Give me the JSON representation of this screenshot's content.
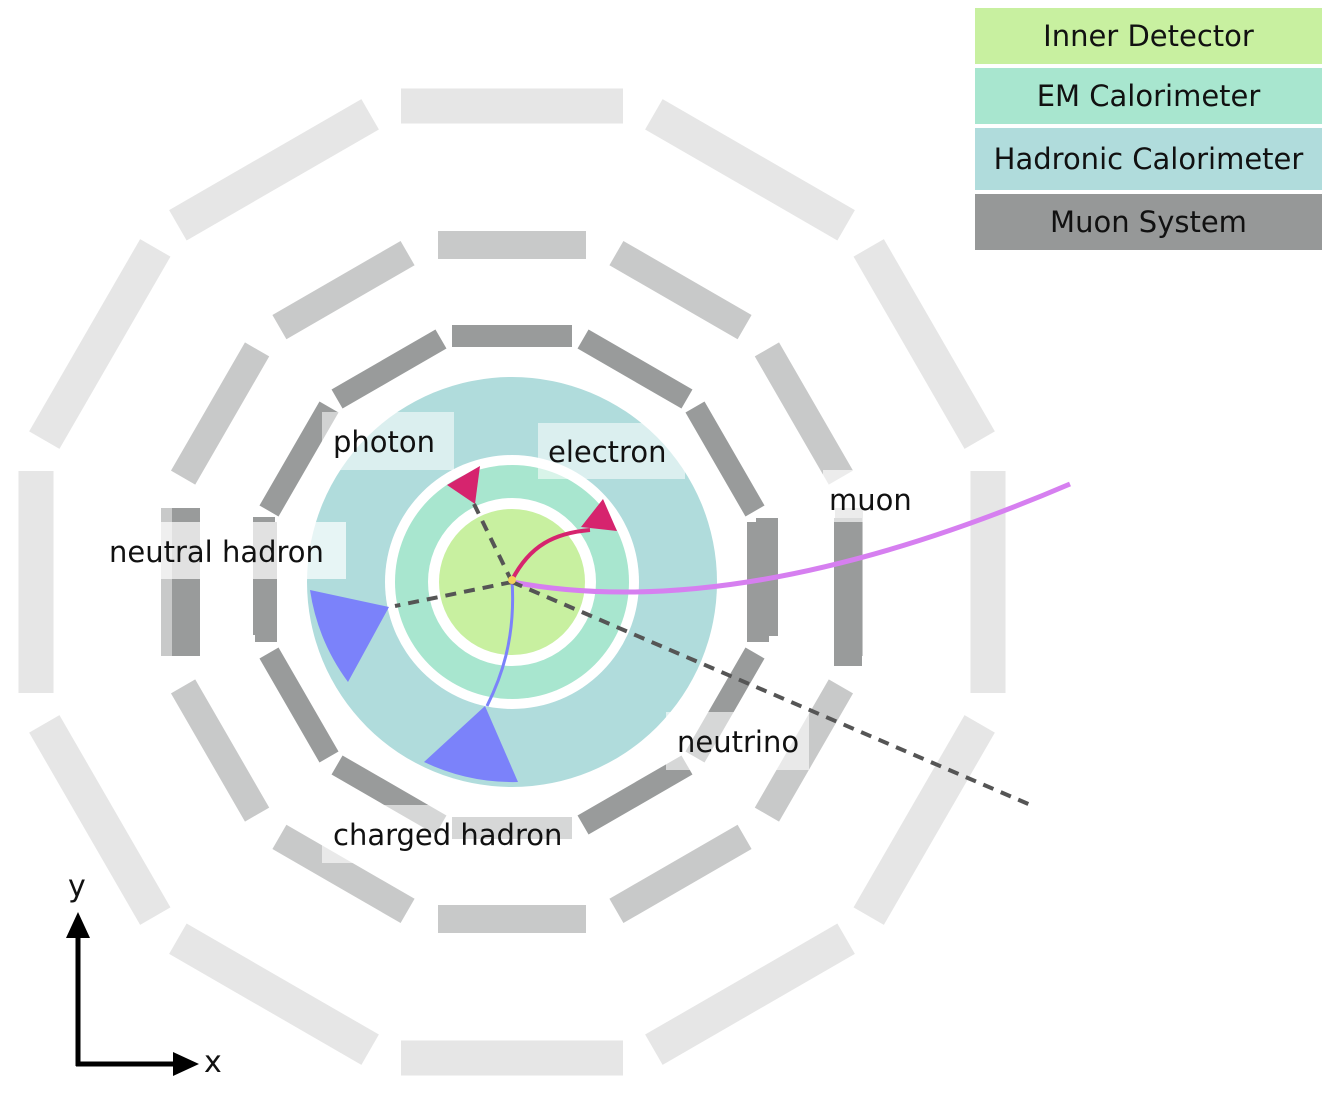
{
  "legend": [
    {
      "label": "Inner Detector",
      "color": "#c8f0a0"
    },
    {
      "label": "EM Calorimeter",
      "color": "#a8e6cf"
    },
    {
      "label": "Hadronic Calorimeter",
      "color": "#b0dcdc"
    },
    {
      "label": "Muon System",
      "color": "#969898"
    }
  ],
  "particles": {
    "photon": "photon",
    "electron": "electron",
    "muon": "muon",
    "neutral_hadron": "neutral hadron",
    "neutrino": "neutrino",
    "charged_hadron": "charged hadron"
  },
  "axes": {
    "x": "x",
    "y": "y"
  },
  "colors": {
    "electron_photon": "#d6246e",
    "hadron": "#7b82fa",
    "muon_track": "#d67ff0",
    "dashed": "#555555",
    "muon_ring_inner": "#999b9b",
    "muon_ring_middle": "#c8c9c9",
    "muon_ring_outer": "#e6e6e6"
  }
}
